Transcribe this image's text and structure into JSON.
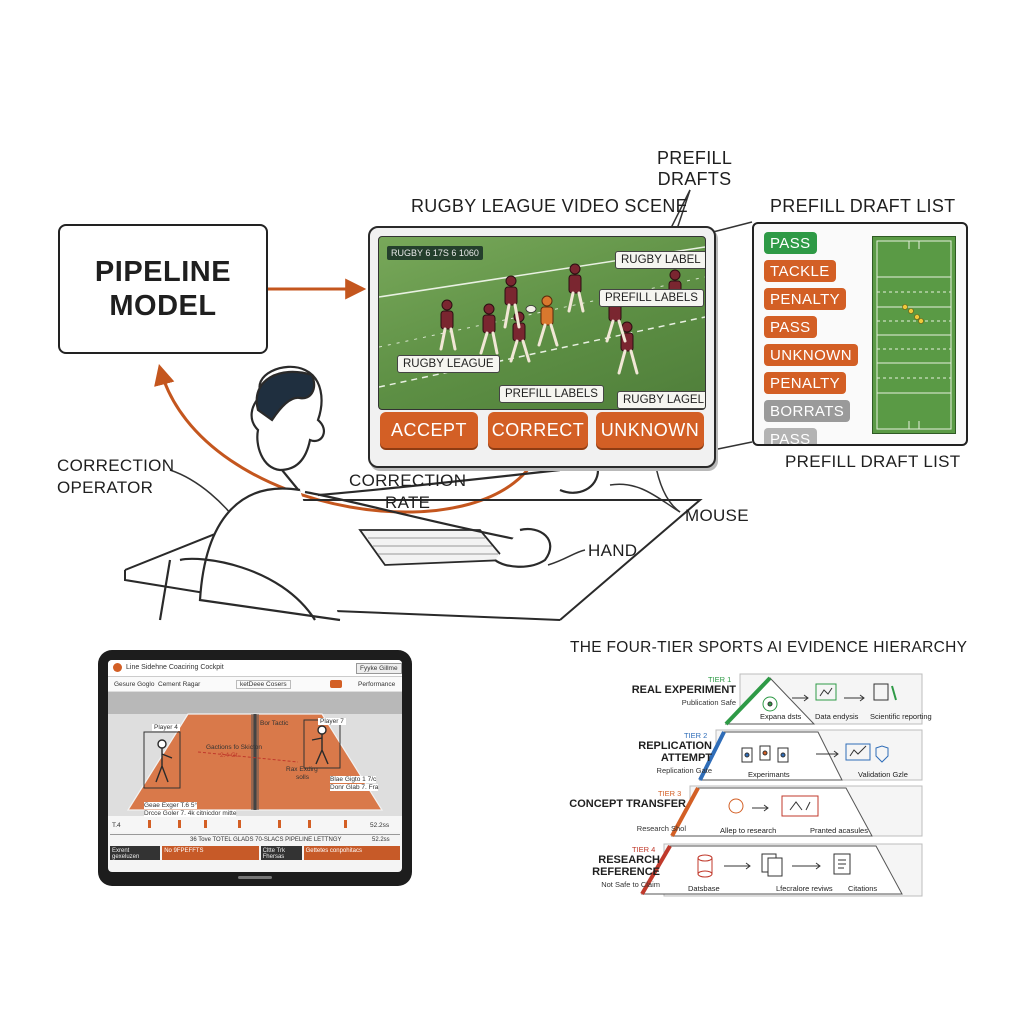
{
  "pipeline": {
    "line1": "PIPELINE",
    "line2": "MODEL"
  },
  "labels": {
    "prefill_drafts_1": "PREFILL",
    "prefill_drafts_2": "DRAFTS",
    "video_scene": "RUGBY LEAGUE VIDEO SCENE",
    "draft_list_top": "PREFILL DRAFT LIST",
    "draft_list_bottom": "PREFILL DRAFT LIST",
    "correction_operator_1": "CORRECTION",
    "correction_operator_2": "OPERATOR",
    "correction_rate_1": "CORRECTION",
    "correction_rate_2": "RATE",
    "mouse": "MOUSE",
    "hand": "HAND"
  },
  "video": {
    "scoreboard": "RUGBY  6  17S  6  1060",
    "tags": [
      "RUGBY LABEL",
      "PREFILL LABELS",
      "RUGBY LEAGUE",
      "PREFILL LABELS",
      "RUGBY LAGEL"
    ]
  },
  "buttons": {
    "accept": "ACCEPT",
    "correct": "CORRECT",
    "unknown": "UNKNOWN"
  },
  "draft_list": [
    {
      "label": "PASS",
      "color": "#2e9a46"
    },
    {
      "label": "TACKLE",
      "color": "#d35f25"
    },
    {
      "label": "PENALTY",
      "color": "#d35f25"
    },
    {
      "label": "PASS",
      "color": "#d35f25"
    },
    {
      "label": "UNKNOWN",
      "color": "#d35f25"
    },
    {
      "label": "PENALTY",
      "color": "#d35f25"
    },
    {
      "label": "BORRATS",
      "color": "#9a9a9a"
    },
    {
      "label": "PASS",
      "color": "#b3b3b3"
    }
  ],
  "tablet": {
    "title": "Line Sidehne Coaciring Cockpit",
    "header_btn": "Fyyke Gillme",
    "tabs": [
      "Gesure Goglo",
      "Cement Ragar",
      "ketDeee Cosers",
      "Performance"
    ],
    "player_left": "Player 4",
    "player_right": "Player 7",
    "net_label": "Bor Tactic",
    "note_center": "Gactions fo Skicton",
    "note_center_sub": "2.4 Gt",
    "court_label": "Rax Exdirg",
    "court_label_sub": "solls",
    "stats_left_1": "Geae Exger T.6 5°",
    "stats_left_2": "Drcce Goler  7. 4k  citnicdor mitte",
    "stats_right_1": "Blae Gigto 1 7/c",
    "stats_right_2": "Donr Glab 7. Fra",
    "timeline_left": "T.4",
    "timeline_right": "52.2ss",
    "latency_bar": "36 Tove TOTEL GLADS 70-SLACS PIPELINE LETTNGY",
    "latency_right": "52.2ss",
    "bottom_cells": [
      "Exrent gexeluzen",
      "No 9FPEFFTS",
      "Cltte  Trk Fhersas",
      "Gettetes conpohitacs"
    ]
  },
  "hierarchy": {
    "title": "THE FOUR-TIER SPORTS AI EVIDENCE HIERARCHY",
    "tiers": [
      {
        "num": "TIER 1",
        "name": "REAL EXPERIMENT",
        "sub": "Publication Safe",
        "color": "#2e9a46",
        "steps": [
          "Expana dsts",
          "Data endysis",
          "Scientific reporting"
        ]
      },
      {
        "num": "TIER 2",
        "name": "REPLICATION ATTEMPT",
        "sub": "Replication Gate",
        "color": "#2f6db8",
        "steps": [
          "Experimants",
          "Validation Gzle"
        ]
      },
      {
        "num": "TIER 3",
        "name": "CONCEPT TRANSFER",
        "sub": "Research Shol",
        "color": "#d35f25",
        "steps": [
          "Allep to research",
          "Pranted acasules"
        ]
      },
      {
        "num": "TIER 4",
        "name": "RESEARCH REFERENCE",
        "sub": "Not Safe to Claim",
        "color": "#c0392b",
        "steps": [
          "Datsbase",
          "Lfecralore reviws",
          "Citations"
        ]
      }
    ]
  },
  "colors": {
    "accent_orange": "#d35f25",
    "field_green": "#5d8f44",
    "ink": "#1f1f1f"
  }
}
